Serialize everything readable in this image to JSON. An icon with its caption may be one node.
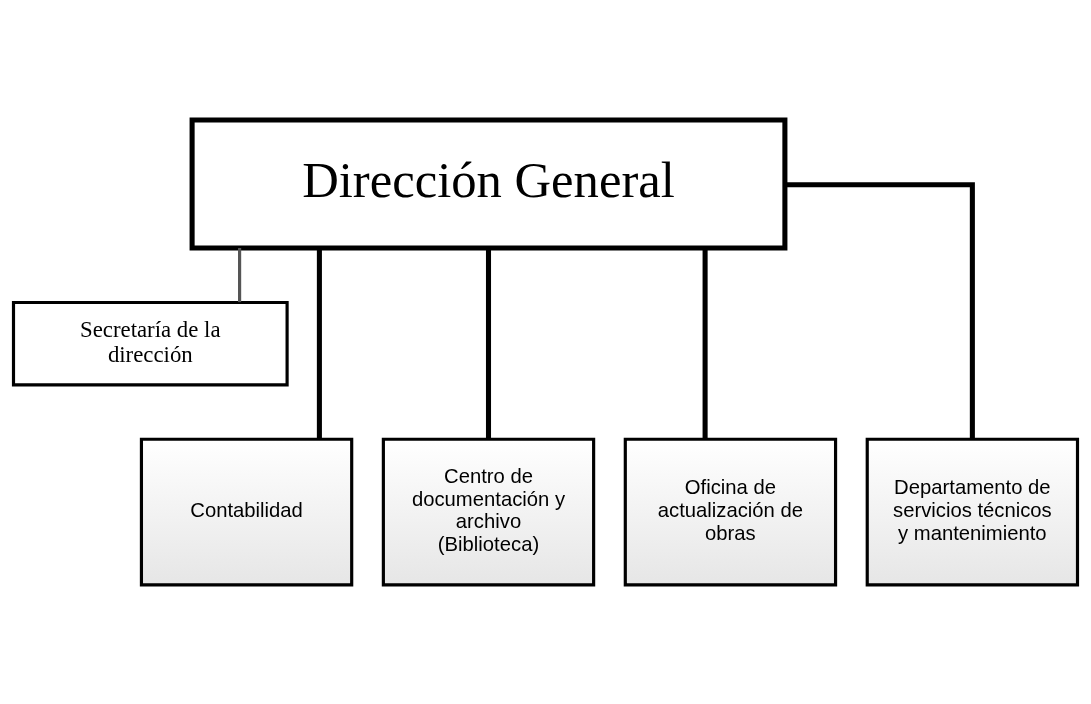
{
  "diagram": {
    "nodes": [
      {
        "text": [
          "Dirección General"
        ]
      },
      {
        "text": [
          "Secretaría de la dirección"
        ]
      },
      {
        "text": [
          "Contabilidad"
        ]
      },
      {
        "text": [
          "Centro de documentación y archivo (Biblioteca)"
        ]
      },
      {
        "text": [
          "Oficina de actualización de obras"
        ]
      },
      {
        "text": [
          "Departamento de servicios técnicos y mantenimiento"
        ]
      }
    ],
    "edges": [
      {
        "from": 0,
        "to": 1,
        "arrow": "none",
        "color": "#555555"
      },
      {
        "from": 0,
        "to": 2,
        "arrow": "none"
      },
      {
        "from": 0,
        "to": 3,
        "arrow": "none"
      },
      {
        "from": 0,
        "to": 4,
        "arrow": "none"
      },
      {
        "from": 0,
        "to": 5,
        "arrow": "none"
      }
    ]
  }
}
